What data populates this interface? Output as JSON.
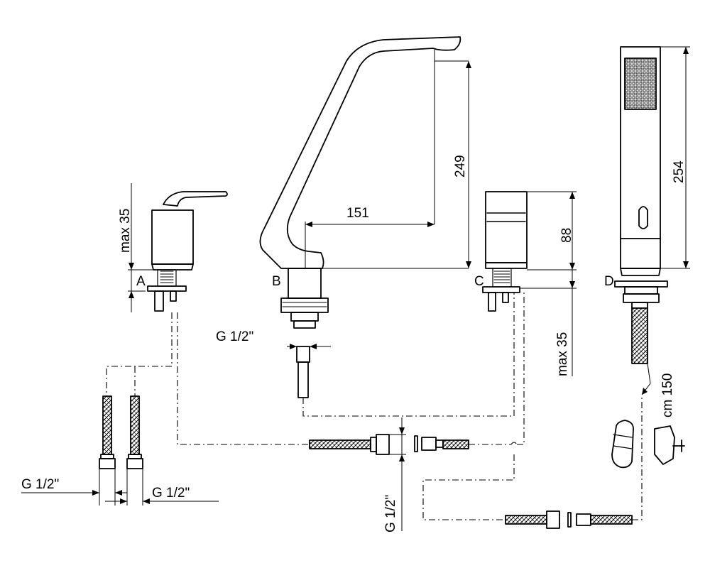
{
  "labels": {
    "a": "A",
    "b": "B",
    "c": "C",
    "d": "D"
  },
  "dimensions": {
    "max_35_left": "max 35",
    "max_35_right": "max 35",
    "spout_height": "249",
    "spout_reach": "151",
    "handle_height": "88",
    "shower_length": "254",
    "hose_length": "cm 150"
  },
  "threads": {
    "spout_thread": "G 1/2\"",
    "left_hose_thread_1": "G 1/2\"",
    "left_hose_thread_2": "G 1/2\"",
    "bottom_thread": "G 1/2\""
  },
  "colors": {
    "line": "#000000",
    "background": "#ffffff"
  }
}
